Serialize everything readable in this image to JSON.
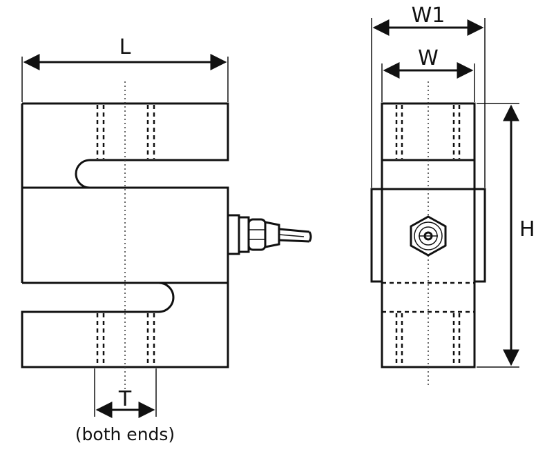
{
  "labels": {
    "length": "L",
    "width_outer": "W1",
    "width": "W",
    "height": "H",
    "thread": "T",
    "thread_note": "(both ends)"
  }
}
